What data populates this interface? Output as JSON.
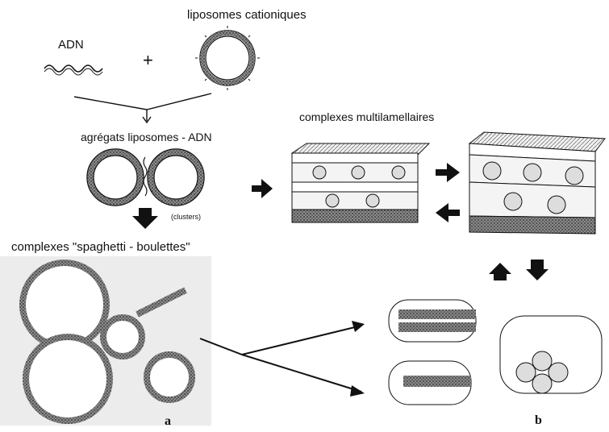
{
  "labels": {
    "adn": "ADN",
    "plus": "+",
    "liposomes": "liposomes cationiques",
    "aggregates": "agrégats liposomes - ADN",
    "clusters": "(clusters)",
    "spaghetti": "complexes \"spaghetti - boulettes\"",
    "multilamellar": "complexes multilamellaires",
    "panel_a": "a",
    "panel_b": "b"
  },
  "colors": {
    "ink": "#111111",
    "membrane": "#6a6a6a",
    "paper": "#ffffff",
    "photo_bg": "#ececec"
  },
  "icons": {
    "dna": "wavy-strand-icon",
    "arrow": "block-arrow-icon"
  }
}
